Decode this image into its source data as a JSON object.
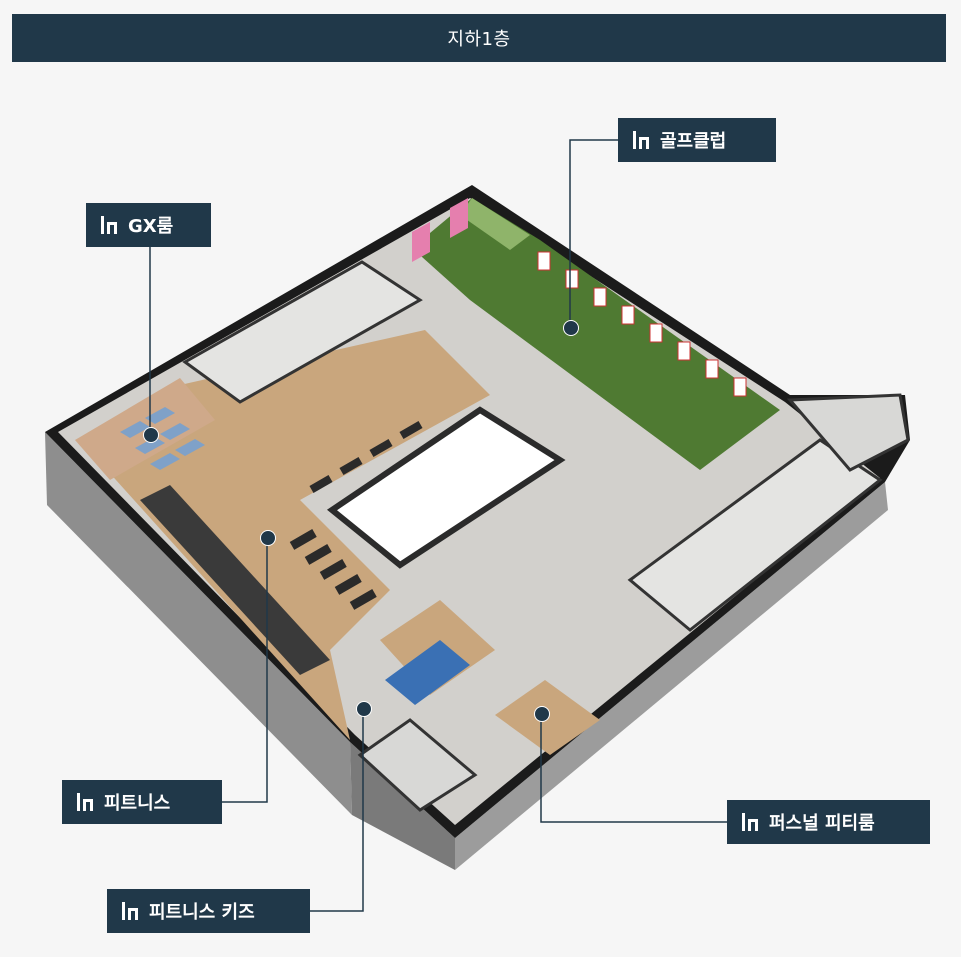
{
  "header": {
    "title": "지하1층"
  },
  "labels": {
    "golf": "골프클럽",
    "gx": "GX룸",
    "fitness": "피트니스",
    "kids": "피트니스 키즈",
    "pt": "퍼스널 피티룸"
  },
  "colors": {
    "header_bg": "#203849",
    "label_bg": "#203849",
    "background": "#f6f6f6",
    "golf_turf": "#4f7a32",
    "wood_floor": "#c9a67d",
    "tile_floor": "#c6c6c4",
    "wall": "#1b1b1b"
  },
  "icons": {
    "label_logo": "building-logo-icon"
  }
}
